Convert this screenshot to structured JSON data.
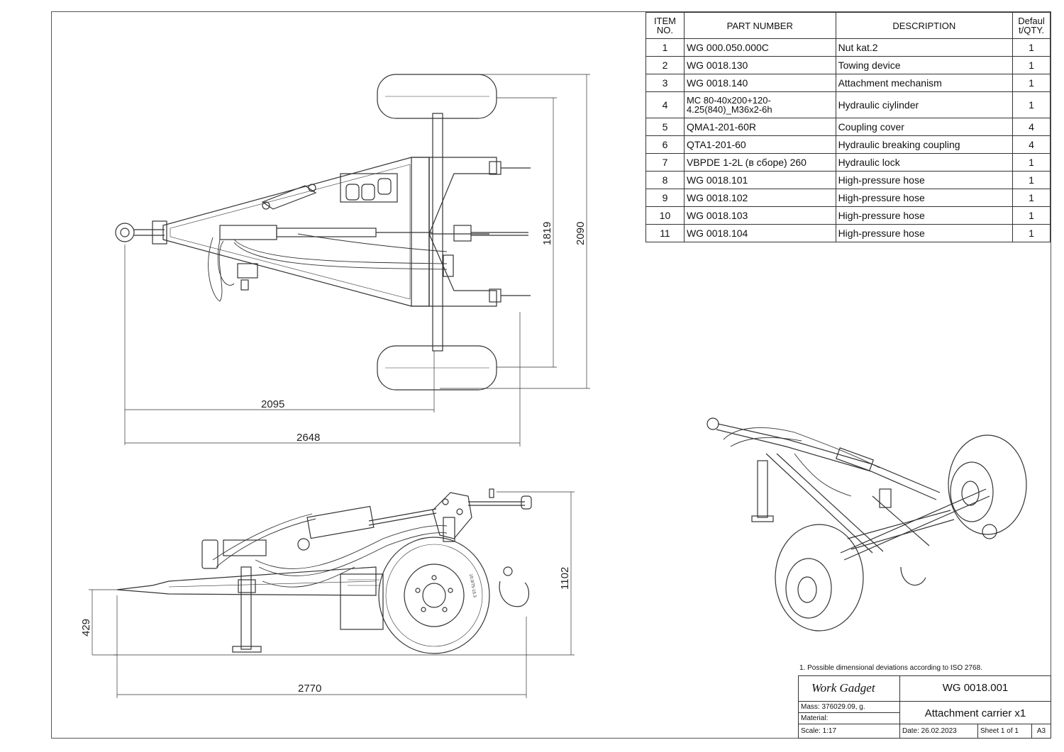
{
  "bom": {
    "headers": {
      "item_no": [
        "ITEM",
        "NO."
      ],
      "part_number": "PART NUMBER",
      "description": "DESCRIPTION",
      "qty": [
        "Defaul",
        "t/QTY."
      ]
    },
    "rows": [
      {
        "item": "1",
        "part": "WG 000.050.000C",
        "desc": "Nut kat.2",
        "qty": "1"
      },
      {
        "item": "2",
        "part": "WG 0018.130",
        "desc": "Towing device",
        "qty": "1"
      },
      {
        "item": "3",
        "part": "WG 0018.140",
        "desc": "Attachment mechanism",
        "qty": "1"
      },
      {
        "item": "4",
        "part": "MC 80-40x200+120-4.25(840)_M36x2-6h",
        "part_lines": [
          "MC 80-40x200+120-",
          "4.25(840)_M36x2-6h"
        ],
        "desc": "Hydraulic ciylinder",
        "qty": "1"
      },
      {
        "item": "5",
        "part": "QMA1-201-60R",
        "desc": "Coupling cover",
        "qty": "4"
      },
      {
        "item": "6",
        "part": "QTA1-201-60",
        "desc": "Hydraulic breaking coupling",
        "qty": "4"
      },
      {
        "item": "7",
        "part": "VBPDE 1-2L (в сборе) 260",
        "desc": "Hydraulic lock",
        "qty": "1"
      },
      {
        "item": "8",
        "part": "WG 0018.101",
        "desc": "High-pressure hose",
        "qty": "1"
      },
      {
        "item": "9",
        "part": "WG 0018.102",
        "desc": "High-pressure hose",
        "qty": "1"
      },
      {
        "item": "10",
        "part": "WG 0018.103",
        "desc": "High-pressure hose",
        "qty": "1"
      },
      {
        "item": "11",
        "part": "WG 0018.104",
        "desc": "High-pressure hose",
        "qty": "1"
      }
    ]
  },
  "dimensions": {
    "top_view": {
      "overall_length": "2095",
      "total_length": "2648",
      "inner_width": "1819",
      "outer_width": "2090"
    },
    "side_view": {
      "height": "1102",
      "hitch_height": "429",
      "length": "2770"
    }
  },
  "tyre_text": "10.0/75-15.3",
  "title_block": {
    "note": "1. Possible dimensional deviations according to ISO 2768.",
    "company": "Work Gadget",
    "drawing_number": "WG 0018.001",
    "mass": "Mass: 376029.09, g.",
    "material": "Material:",
    "title": "Attachment carrier x1",
    "scale": "Scale: 1:17",
    "date": "Date: 26.02.2023",
    "sheet": "Sheet 1 of 1",
    "size": "A3"
  }
}
